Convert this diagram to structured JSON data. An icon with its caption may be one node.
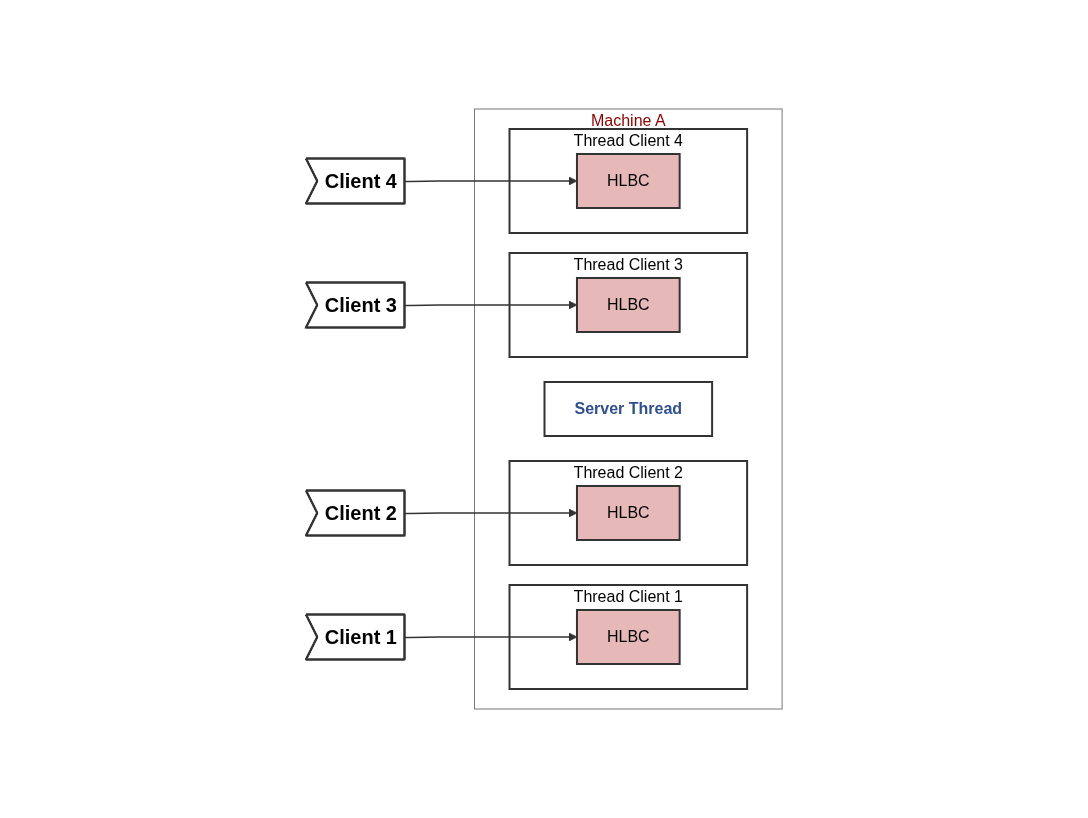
{
  "diagram": {
    "nodes": [
      {
        "text": [
          "Machine A"
        ]
      },
      {
        "text": [
          "Server Thread"
        ],
        "in": 0
      },
      {
        "text": [
          "Thread Client 1"
        ],
        "in": 0
      },
      {
        "text": [
          "HLBC"
        ],
        "in": 2
      },
      {
        "text": [
          "Thread Client 2"
        ],
        "in": 0
      },
      {
        "text": [
          "HLBC"
        ],
        "in": 4
      },
      {
        "text": [
          "Thread Client 3"
        ],
        "in": 0
      },
      {
        "text": [
          "HLBC"
        ],
        "in": 6
      },
      {
        "text": [
          "Thread Client 4"
        ],
        "in": 0
      },
      {
        "text": [
          "HLBC"
        ],
        "in": 8
      },
      {
        "text": [
          "Client 1"
        ]
      },
      {
        "text": [
          "Client 2"
        ]
      },
      {
        "text": [
          "Client 3"
        ]
      },
      {
        "text": [
          "Client 4"
        ]
      }
    ],
    "edges": [
      {
        "from": 10,
        "to": 3,
        "arrow": "to"
      },
      {
        "from": 11,
        "to": 5,
        "arrow": "to"
      },
      {
        "from": 12,
        "to": 7,
        "arrow": "to"
      },
      {
        "from": 13,
        "to": 9,
        "arrow": "to"
      }
    ]
  }
}
